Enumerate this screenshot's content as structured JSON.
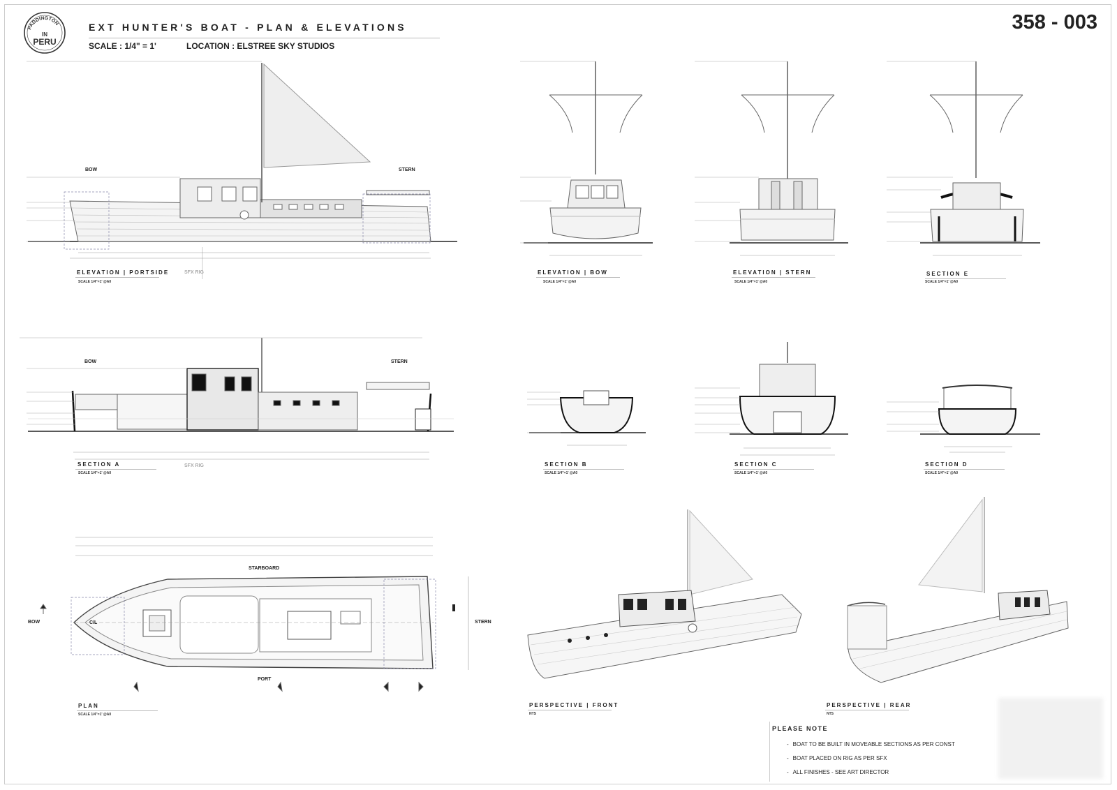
{
  "logo": {
    "top": "PADDINGTON",
    "middle": "IN",
    "bottom": "PERU"
  },
  "header": {
    "title": "EXT HUNTER'S BOAT  -   PLAN & ELEVATIONS",
    "scale": "SCALE : 1/4\" = 1'",
    "location": "LOCATION  :  ELSTREE SKY STUDIOS",
    "sheet_number": "358 - 003"
  },
  "views": [
    {
      "label": "ELEVATION | PORTSIDE",
      "scale": "SCALE 1/4\"=1' @A0"
    },
    {
      "label": "ELEVATION | BOW",
      "scale": "SCALE 1/4\"=1' @A0"
    },
    {
      "label": "ELEVATION | STERN",
      "scale": "SCALE 1/4\"=1' @A0"
    },
    {
      "label": "SECTION E",
      "scale": "SCALE 1/4\"=1' @A0"
    },
    {
      "label": "SECTION A",
      "scale": "SCALE 1/4\"=1' @A0"
    },
    {
      "label": "SECTION B",
      "scale": "SCALE 1/4\"=1' @A0"
    },
    {
      "label": "SECTION C",
      "scale": "SCALE 1/4\"=1' @A0"
    },
    {
      "label": "SECTION D",
      "scale": "SCALE 1/4\"=1' @A0"
    },
    {
      "label": "PLAN",
      "scale": "SCALE 1/4\"=1' @A0"
    },
    {
      "label": "PERSPECTIVE | FRONT",
      "scale": "NTS"
    },
    {
      "label": "PERSPECTIVE | REAR",
      "scale": "NTS"
    }
  ],
  "tags": {
    "bow": "BOW",
    "stern": "STERN",
    "starboard": "STARBOARD",
    "port": "PORT",
    "centerline": "C/L",
    "sfx_rig": "SFX RIG"
  },
  "notes": {
    "title": "PLEASE NOTE",
    "items": [
      "BOAT TO BE BUILT IN MOVEABLE SECTIONS AS PER CONST",
      "BOAT PLACED ON RIG AS PER SFX",
      "ALL FINISHES - SEE ART DIRECTOR"
    ]
  }
}
